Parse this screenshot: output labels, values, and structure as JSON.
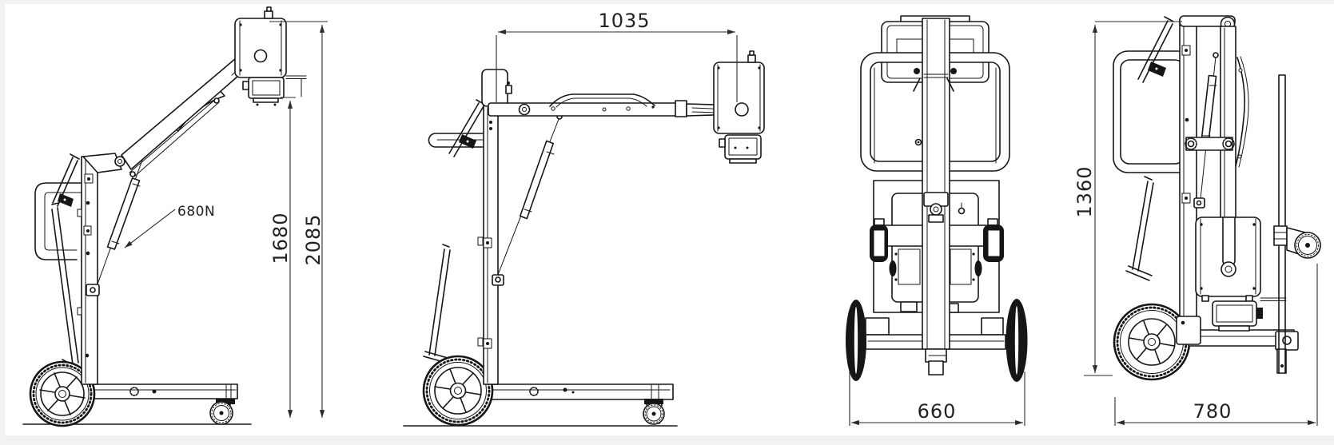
{
  "drawing": {
    "colors": {
      "background": "#ffffff",
      "edge_tint": "#f2f2f2",
      "line": "#161616",
      "dimension": "#2b2b2b"
    },
    "views": {
      "side_arm_raised": {
        "gas_spring_force": "680N",
        "height_to_tube": "1680",
        "overall_height": "2085"
      },
      "side_arm_extended": {
        "horizontal_reach": "1035"
      },
      "front": {
        "wheel_track_width": "660"
      },
      "side_transport": {
        "column_height": "1360",
        "base_length": "780"
      }
    }
  }
}
